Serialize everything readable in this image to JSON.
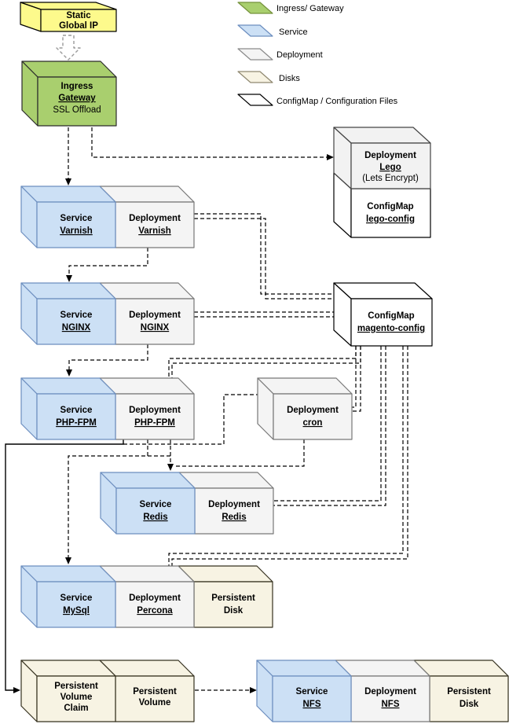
{
  "legend": {
    "items": [
      {
        "label": "Ingress/ Gateway",
        "color": "#a9cf6e"
      },
      {
        "label": "Service",
        "color": "#cce0f5"
      },
      {
        "label": "Deployment",
        "color": "#f4f4f4"
      },
      {
        "label": "Disks",
        "color": "#f7f3e3"
      },
      {
        "label": "ConfigMap / Configuration Files",
        "color": "#ffffff"
      }
    ]
  },
  "nodes": {
    "static_ip": {
      "l1": "Static",
      "l2": "Global IP"
    },
    "ingress": {
      "l1": "Ingress",
      "l2": "Gateway",
      "l3": "SSL Offload"
    },
    "lego": {
      "l1": "Deployment",
      "l2": "Lego",
      "l3": "(Lets Encrypt)"
    },
    "lego_config": {
      "l1": "ConfigMap",
      "l2": "lego-config"
    },
    "varnish_service": {
      "l1": "Service",
      "l2": "Varnish"
    },
    "varnish_deployment": {
      "l1": "Deployment",
      "l2": "Varnish"
    },
    "nginx_service": {
      "l1": "Service",
      "l2": "NGINX"
    },
    "nginx_deployment": {
      "l1": "Deployment",
      "l2": "NGINX"
    },
    "magento_config": {
      "l1": "ConfigMap",
      "l2": "magento-config"
    },
    "phpfpm_service": {
      "l1": "Service",
      "l2": "PHP-FPM"
    },
    "phpfpm_deployment": {
      "l1": "Deployment",
      "l2": "PHP-FPM"
    },
    "cron": {
      "l1": "Deployment",
      "l2": "cron"
    },
    "redis_service": {
      "l1": "Service",
      "l2": "Redis"
    },
    "redis_deployment": {
      "l1": "Deployment",
      "l2": "Redis"
    },
    "mysql_service": {
      "l1": "Service",
      "l2": "MySql"
    },
    "percona_deployment": {
      "l1": "Deployment",
      "l2": "Percona"
    },
    "mysql_disk": {
      "l1": "Persistent",
      "l2": "Disk"
    },
    "pvc": {
      "l1": "Persistent",
      "l2": "Volume",
      "l3": "Claim"
    },
    "pv": {
      "l1": "Persistent",
      "l2": "Volume"
    },
    "nfs_service": {
      "l1": "Service",
      "l2": "NFS"
    },
    "nfs_deployment": {
      "l1": "Deployment",
      "l2": "NFS"
    },
    "nfs_disk": {
      "l1": "Persistent",
      "l2": "Disk"
    }
  }
}
